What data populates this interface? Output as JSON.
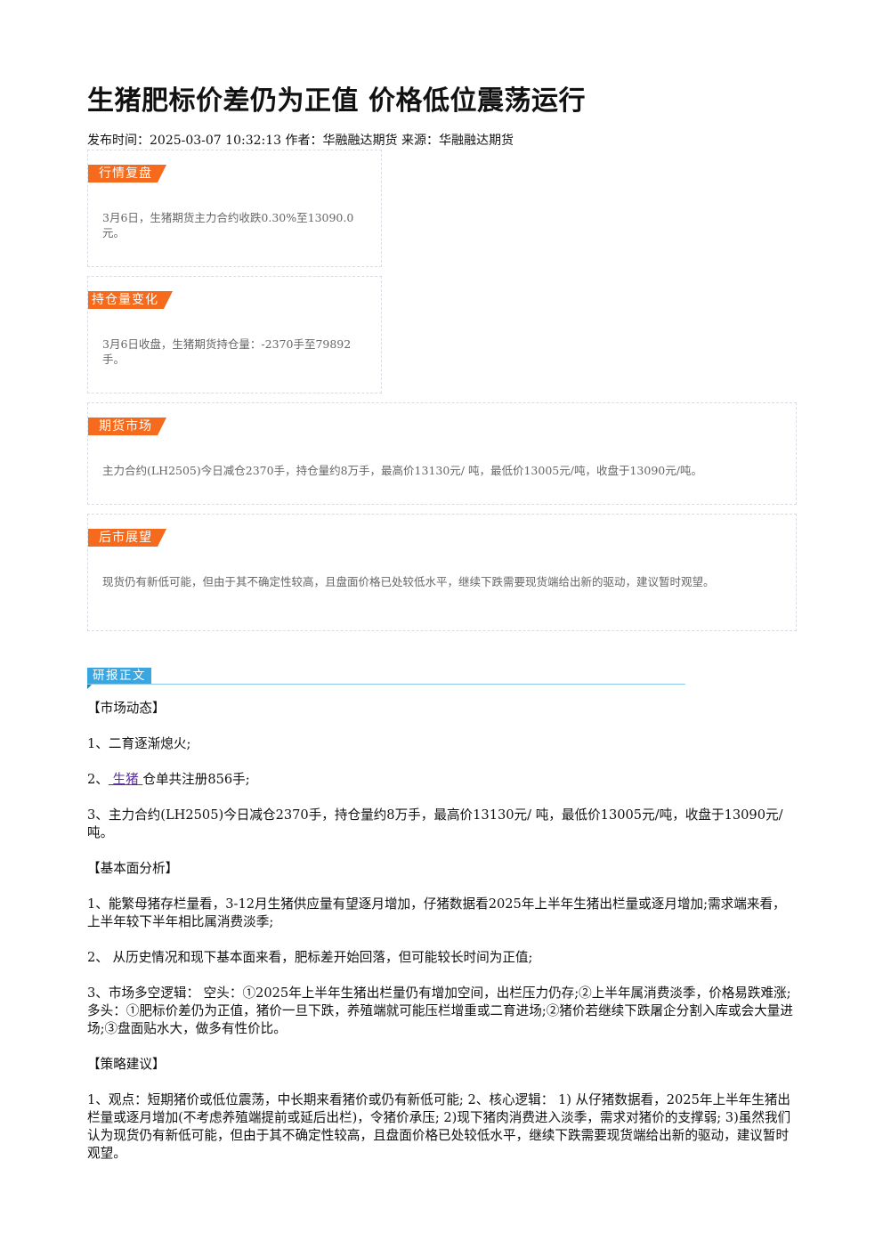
{
  "article": {
    "title": "生猪肥标价差仍为正值 价格低位震荡运行",
    "meta": "发布时间：2025-03-07 10:32:13 作者：华融融达期货 来源：华融融达期货"
  },
  "cards": [
    {
      "tag": "行情复盘",
      "text": "3月6日，生猪期货主力合约收跌0.30%至13090.0元。"
    },
    {
      "tag": "持仓量变化",
      "text": "3月6日收盘，生猪期货持仓量：-2370手至79892手。"
    },
    {
      "tag": "期货市场",
      "text": "主力合约(LH2505)今日减仓2370手，持仓量约8万手，最高价13130元/ 吨，最低价13005元/吨，收盘于13090元/吨。"
    },
    {
      "tag": "后市展望",
      "text": "现货仍有新低可能，但由于其不确定性较高，且盘面价格已处较低水平，继续下跌需要现货端给出新的驱动，建议暂时观望。"
    }
  ],
  "report": {
    "section_label": "研报正文",
    "market_heading": "【市场动态】",
    "market_1": "1、二育逐渐熄火;",
    "market_2_prefix": "2、",
    "market_2_link": " 生猪 ",
    "market_2_suffix": "仓单共注册856手;",
    "market_3": "3、主力合约(LH2505)今日减仓2370手，持仓量约8万手，最高价13130元/ 吨，最低价13005元/吨，收盘于13090元/吨。",
    "fundamental_heading": "【基本面分析】",
    "fundamental_1": "1、能繁母猪存栏量看，3-12月生猪供应量有望逐月增加，仔猪数据看2025年上半年生猪出栏量或逐月增加;需求端来看，上半年较下半年相比属消费淡季;",
    "fundamental_2": "2、 从历史情况和现下基本面来看，肥标差开始回落，但可能较长时间为正值;",
    "fundamental_3": "3、市场多空逻辑： 空头：①2025年上半年生猪出栏量仍有增加空间，出栏压力仍存;②上半年属消费淡季，价格易跌难涨;多头：①肥标价差仍为正值，猪价一旦下跌，养殖端就可能压栏增重或二育进场;②猪价若继续下跌屠企分割入库或会大量进场;③盘面贴水大，做多有性价比。",
    "strategy_heading": "【策略建议】",
    "strategy_1": "1、观点：短期猪价或低位震荡，中长期来看猪价或仍有新低可能; 2、核心逻辑： 1) 从仔猪数据看，2025年上半年生猪出栏量或逐月增加(不考虑养殖端提前或延后出栏)，令猪价承压; 2)现下猪肉消费进入淡季，需求对猪价的支撑弱; 3)虽然我们认为现货仍有新低可能，但由于其不确定性较高，且盘面价格已处较低水平，继续下跌需要现货端给出新的驱动，建议暂时观望。"
  },
  "colors": {
    "tag_orange": "#f56a1d",
    "section_blue": "#3aa6df",
    "link_purple": "#5b2f9e",
    "card_text_gray": "#666666"
  }
}
